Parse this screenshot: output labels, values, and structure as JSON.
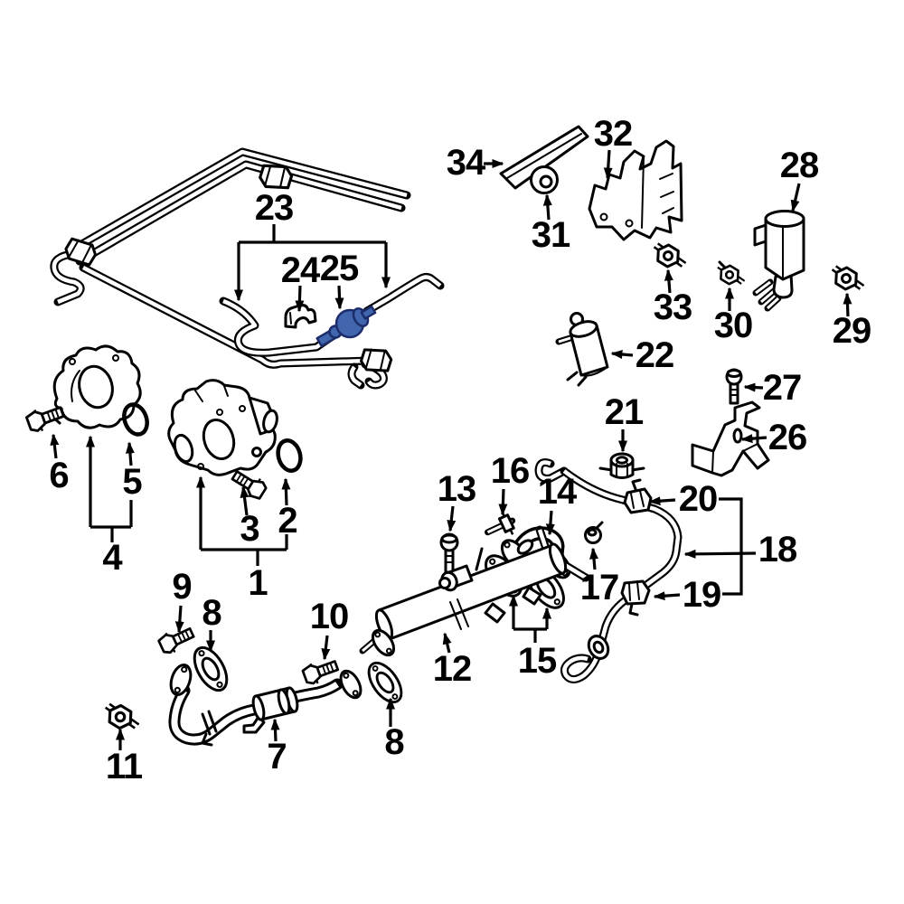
{
  "colors": {
    "background": "#ffffff",
    "line": "#000000",
    "highlight_fill": "#4166ad",
    "highlight_stroke": "#1d2d6b"
  },
  "highlighted_callout": "25",
  "callouts": {
    "c1": {
      "label": "1"
    },
    "c2": {
      "label": "2"
    },
    "c3": {
      "label": "3"
    },
    "c4": {
      "label": "4"
    },
    "c5": {
      "label": "5"
    },
    "c6": {
      "label": "6"
    },
    "c7": {
      "label": "7"
    },
    "c8a": {
      "label": "8"
    },
    "c8b": {
      "label": "8"
    },
    "c9": {
      "label": "9"
    },
    "c10": {
      "label": "10"
    },
    "c11": {
      "label": "11"
    },
    "c12": {
      "label": "12"
    },
    "c13": {
      "label": "13"
    },
    "c14": {
      "label": "14"
    },
    "c15": {
      "label": "15"
    },
    "c16": {
      "label": "16"
    },
    "c17": {
      "label": "17"
    },
    "c18": {
      "label": "18"
    },
    "c19": {
      "label": "19"
    },
    "c20": {
      "label": "20"
    },
    "c21": {
      "label": "21"
    },
    "c22": {
      "label": "22"
    },
    "c23": {
      "label": "23"
    },
    "c24": {
      "label": "24"
    },
    "c25": {
      "label": "25"
    },
    "c26": {
      "label": "26"
    },
    "c27": {
      "label": "27"
    },
    "c28": {
      "label": "28"
    },
    "c29": {
      "label": "29"
    },
    "c30": {
      "label": "30"
    },
    "c31": {
      "label": "31"
    },
    "c32": {
      "label": "32"
    },
    "c33": {
      "label": "33"
    },
    "c34": {
      "label": "34"
    }
  }
}
